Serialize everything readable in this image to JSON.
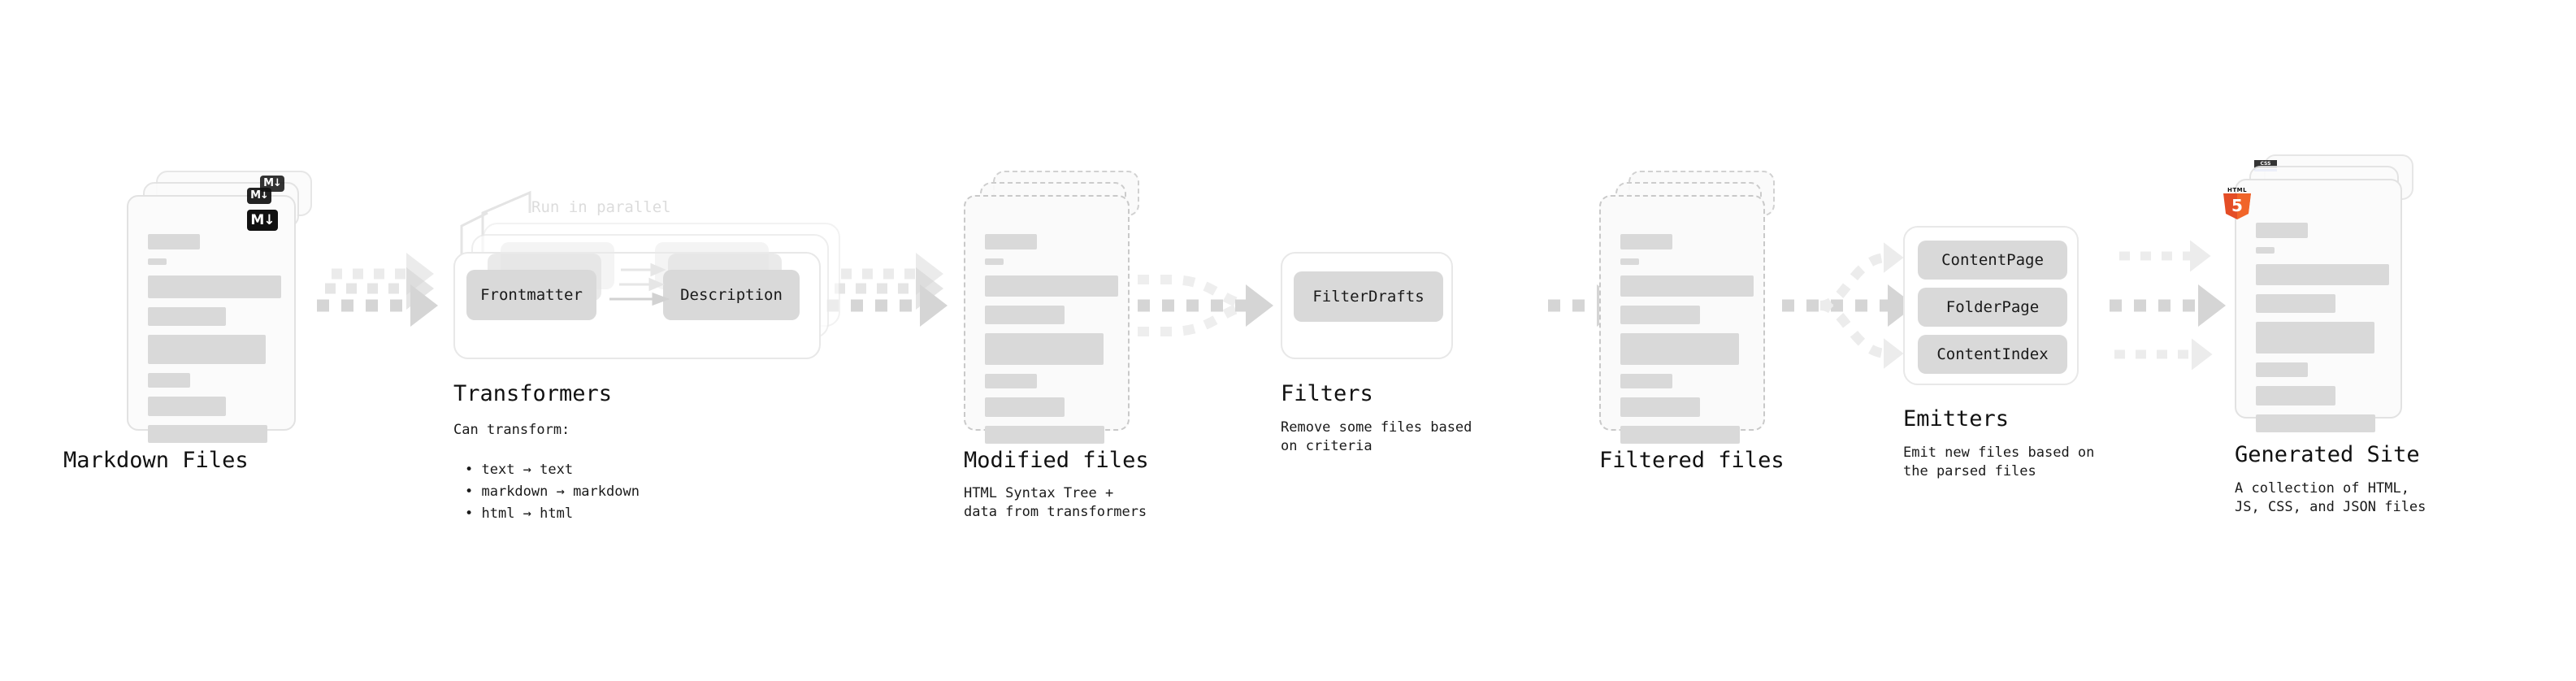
{
  "diagram": {
    "type": "pipeline-flow",
    "stages": [
      {
        "id": "markdown-files",
        "title": "Markdown Files",
        "subtitle": "",
        "kind": "file-stack",
        "badge": "markdown-icon"
      },
      {
        "id": "transformers",
        "title": "Transformers",
        "subtitle": "Can transform:",
        "bullets": [
          "text → text",
          "markdown → markdown",
          "html → html"
        ],
        "annotation": "Run in parallel",
        "kind": "group-box",
        "pills": [
          "Frontmatter",
          "Description"
        ]
      },
      {
        "id": "modified-files",
        "title": "Modified files",
        "subtitle": "HTML Syntax Tree +\ndata from transformers",
        "kind": "file-stack-dashed"
      },
      {
        "id": "filters",
        "title": "Filters",
        "subtitle": "Remove some files based\non criteria",
        "kind": "group-box",
        "pills": [
          "FilterDrafts"
        ]
      },
      {
        "id": "filtered-files",
        "title": "Filtered files",
        "subtitle": "",
        "kind": "file-stack-dashed"
      },
      {
        "id": "emitters",
        "title": "Emitters",
        "subtitle": "Emit new files based on\nthe parsed files",
        "kind": "group-box",
        "pills": [
          "ContentPage",
          "FolderPage",
          "ContentIndex"
        ]
      },
      {
        "id": "generated-site",
        "title": "Generated Site",
        "subtitle": "A collection of HTML,\nJS, CSS, and JSON files",
        "kind": "file-stack",
        "badges": [
          "css-icon",
          "js-icon",
          "html5-icon"
        ]
      }
    ],
    "connectors": [
      {
        "from": "markdown-files",
        "to": "transformers",
        "style": "triple-parallel-dotted"
      },
      {
        "from": "transformers",
        "to": "modified-files",
        "style": "triple-parallel-dotted"
      },
      {
        "from": "modified-files",
        "to": "filters",
        "style": "converging-dotted"
      },
      {
        "from": "filters",
        "to": "filtered-files",
        "style": "single-dotted"
      },
      {
        "from": "filtered-files",
        "to": "emitters",
        "style": "diverging-dotted"
      },
      {
        "from": "emitters",
        "to": "generated-site",
        "style": "triple-parallel-dotted"
      }
    ],
    "badge_labels": {
      "markdown": "M↓",
      "html5_caption": "HTML",
      "html5_digit": "5",
      "css_caption": "CSS"
    },
    "colors": {
      "background": "#ffffff",
      "text": "#111111",
      "card_fill": "#fbfbfb",
      "card_border": "#e2e2e2",
      "dashed_border": "#c9c9c9",
      "line_fill": "#d9d9d9",
      "pill_fill": "#d9d9d9",
      "arrow": "#d5d5d5",
      "faint_text": "#dcdcdc",
      "html5": "#e44d26",
      "js": "#f0db4f",
      "css": "#264de4"
    }
  }
}
